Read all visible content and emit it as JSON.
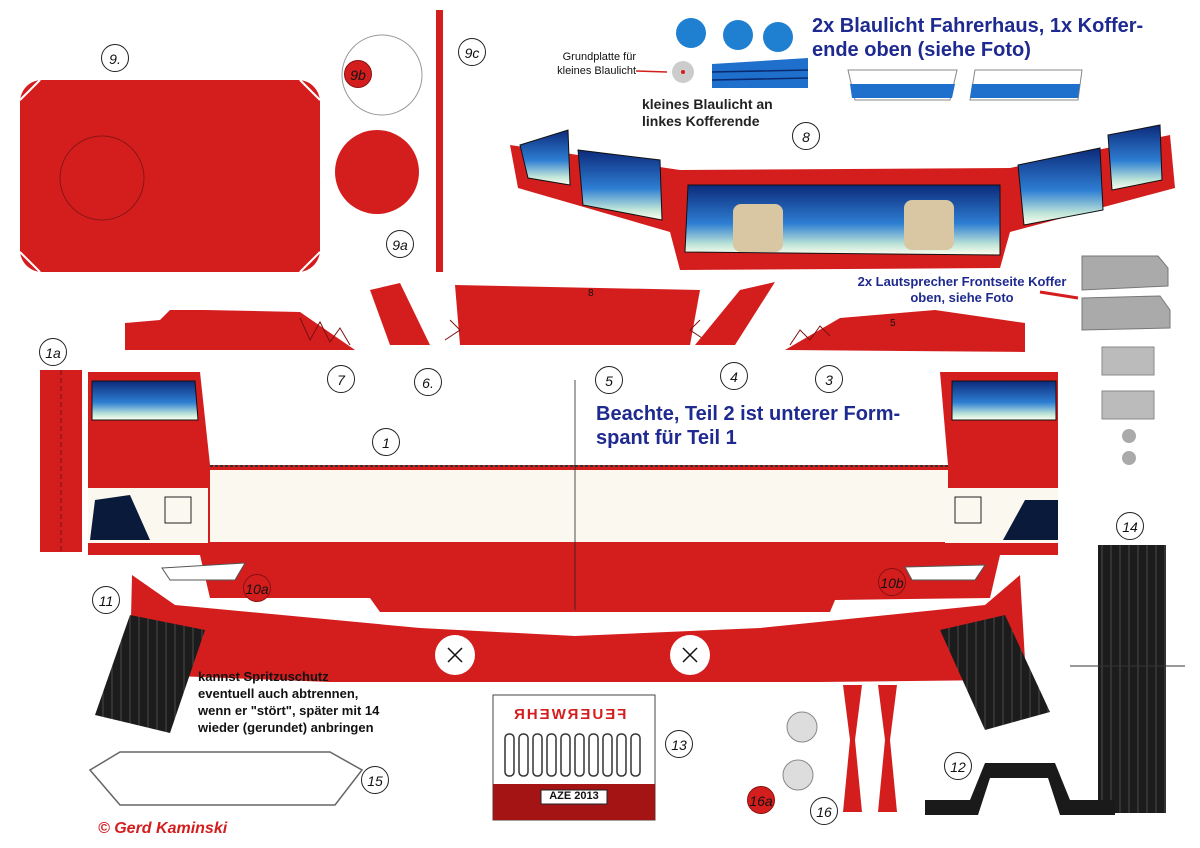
{
  "part_labels": {
    "p1": "1",
    "p1a": "1a",
    "p3": "3",
    "p4": "4",
    "p5": "5",
    "p6": "6.",
    "p7": "7",
    "p8": "8",
    "p9": "9.",
    "p9a": "9a",
    "p9b": "9b",
    "p9c": "9c",
    "p10a": "10a",
    "p10b": "10b",
    "p11": "11",
    "p12": "12",
    "p13": "13",
    "p14": "14",
    "p15": "15",
    "p16": "16",
    "p16a": "16a"
  },
  "notes": {
    "blaulicht_title": "2x Blaulicht Fahrerhaus, 1x Koffer-\nende oben (siehe Foto)",
    "grundplatte": "Grundplatte für\nkleines Blaulicht",
    "kleines_blaulicht": "kleines Blaulicht an\nlinkes Kofferende",
    "lautsprecher": "2x Lautsprecher Frontseite Koffer\noben, siehe Foto",
    "beachte": "Beachte,  Teil 2 ist unterer Form-\nspant für Teil 1",
    "spritzschutz": "kannst Spritzuschutz\neventuell auch abtrennen,\nwenn er \"stört\", später mit 14\nwieder (gerundet) anbringen",
    "copyright": "© Gerd Kaminski"
  },
  "print_on_parts": {
    "spant_number": "8",
    "spant_number_b": "5",
    "grille_text_mirrored": "FEUERWEHR",
    "plate": "AZE 2013"
  },
  "colors": {
    "fire_red": "#d41e1e",
    "dark_red": "#a51414",
    "cream": "#fbf8ef",
    "blue_light": "#1f7fd0",
    "glass_dark": "#123c8c",
    "note_blue": "#1e2a8f",
    "tire_black": "#1a1a1a"
  }
}
